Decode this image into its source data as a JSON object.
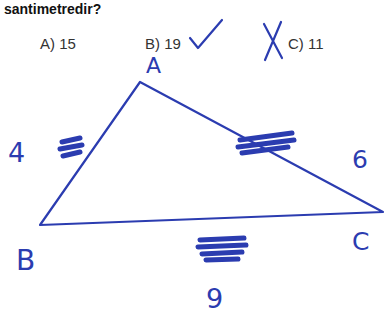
{
  "diagram": {
    "labels": [
      "santimetredir?",
      "A) 15",
      "B) 19",
      "C) 11",
      "A",
      "4",
      "6",
      "B",
      "C",
      "9"
    ]
  }
}
